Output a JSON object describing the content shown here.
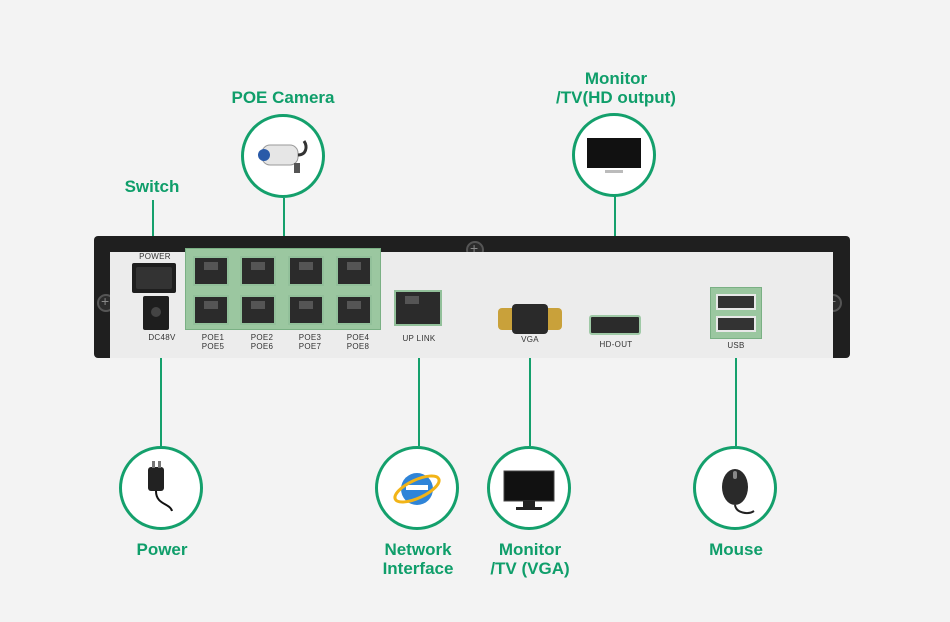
{
  "callouts": {
    "poe_camera": "POE Camera",
    "switch": "Switch",
    "monitor_hd_line1": "Monitor",
    "monitor_hd_line2": "/TV(HD output)",
    "power": "Power",
    "network_line1": "Network",
    "network_line2": "Interface",
    "monitor_vga_line1": "Monitor",
    "monitor_vga_line2": "/TV (VGA)",
    "mouse": "Mouse"
  },
  "ports": {
    "power": "POWER",
    "dc": "DC48V",
    "poe1": "POE1",
    "poe5": "POE5",
    "poe2": "POE2",
    "poe6": "POE6",
    "poe3": "POE3",
    "poe7": "POE7",
    "poe4": "POE4",
    "poe8": "POE8",
    "uplink": "UP LINK",
    "vga": "VGA",
    "hdout": "HD-OUT",
    "usb": "USB"
  },
  "colors": {
    "accent": "#14a06c",
    "device": "#1f1f1f",
    "panel": "#ececec",
    "port_border": "#92c09a"
  }
}
